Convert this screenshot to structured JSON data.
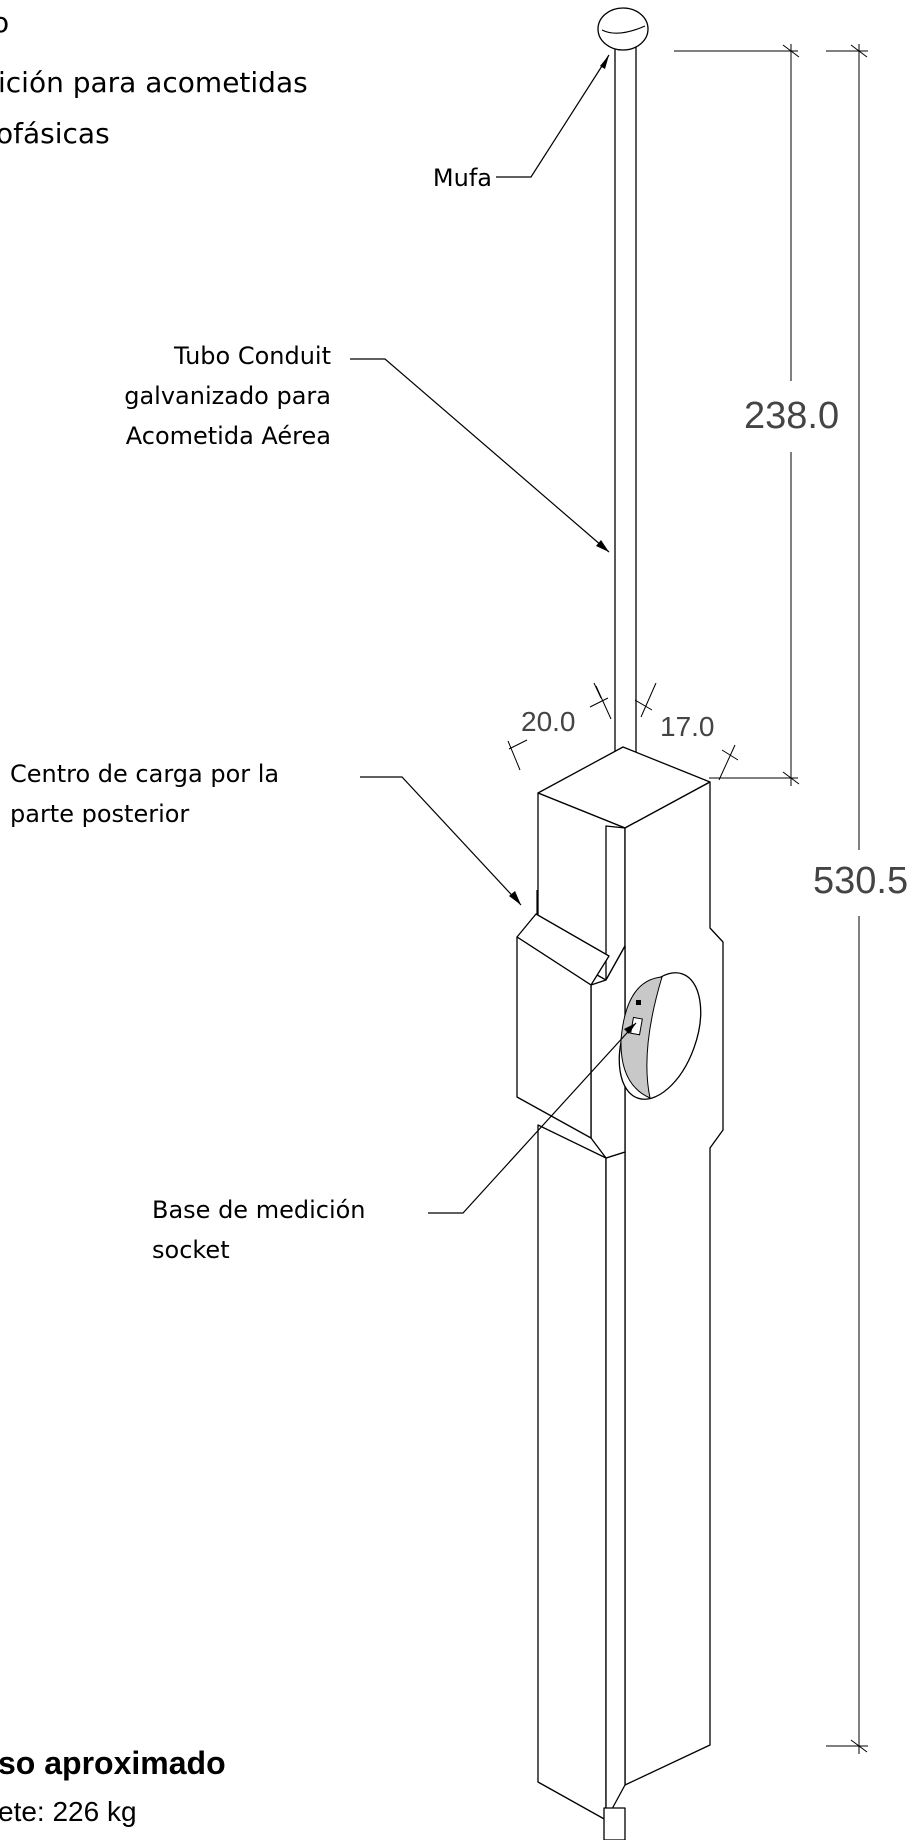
{
  "title": {
    "line1": "o",
    "line2": "ición para acometidas",
    "line3": "ofásicas"
  },
  "labels": {
    "mufa": "Mufa",
    "conduit": [
      "Tubo Conduit",
      "galvanizado para",
      "Acometida Aérea"
    ],
    "centro_carga": [
      "Centro de carga por la",
      "parte posterior"
    ],
    "base_medicion": [
      "Base de medición",
      "socket"
    ]
  },
  "dimensions": {
    "conduit_height": "238.0",
    "total_height": "530.5",
    "width_left": "20.0",
    "width_right": "17.0"
  },
  "weight": {
    "heading": "so aproximado",
    "value": "ete: 226 kg"
  },
  "colors": {
    "line": "#000000",
    "socket_fill": "#c8c8c8",
    "dim_text": "#444444"
  }
}
